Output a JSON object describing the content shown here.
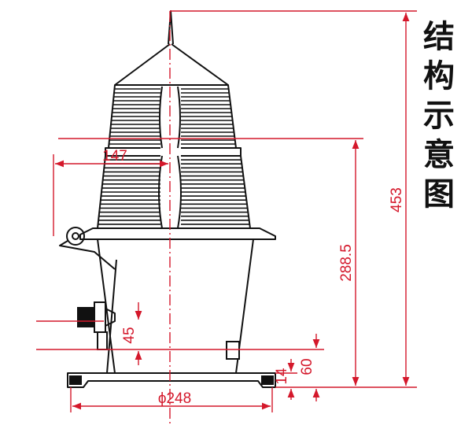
{
  "title": "结构示意图",
  "colors": {
    "dimension": "#d4182b",
    "outline": "#111111",
    "background": "#ffffff"
  },
  "dimensions": {
    "height_total": "453",
    "height_mid": "288.5",
    "width_half": "147",
    "base_diameter": "ϕ248",
    "height_base_block": "60",
    "height_mount": "45",
    "thickness_base": "14"
  }
}
